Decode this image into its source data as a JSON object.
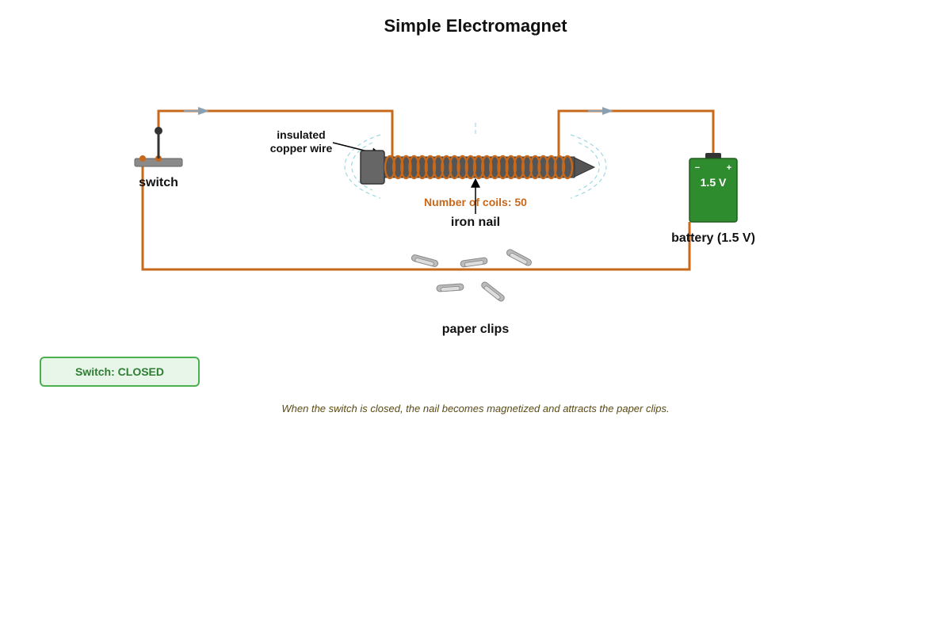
{
  "title": "Simple Electromagnet",
  "labels": {
    "switch": "switch",
    "wire_line1": "insulated",
    "wire_line2": "copper wire",
    "coils": "Number of coils: 50",
    "nail": "iron nail",
    "battery": "battery (1.5 V)",
    "battery_voltage": "1.5 V",
    "battery_minus": "−",
    "battery_plus": "+",
    "clips": "paper clips"
  },
  "coil_count": 50,
  "status": {
    "text": "Switch: CLOSED"
  },
  "caption": "When the switch is closed, the nail becomes magnetized and attracts the paper clips.",
  "colors": {
    "wire": "#c8681a",
    "battery": "#2e8b2e",
    "status_border": "#4caf50",
    "status_bg": "#e8f5e9",
    "status_text": "#2e7d32",
    "field_lines": "#9fd8e3",
    "caption": "#5a4a12"
  },
  "icons": {
    "switch": "knife-switch-icon",
    "battery": "battery-icon",
    "nail": "iron-nail-icon",
    "clips": "paper-clip-icon"
  }
}
